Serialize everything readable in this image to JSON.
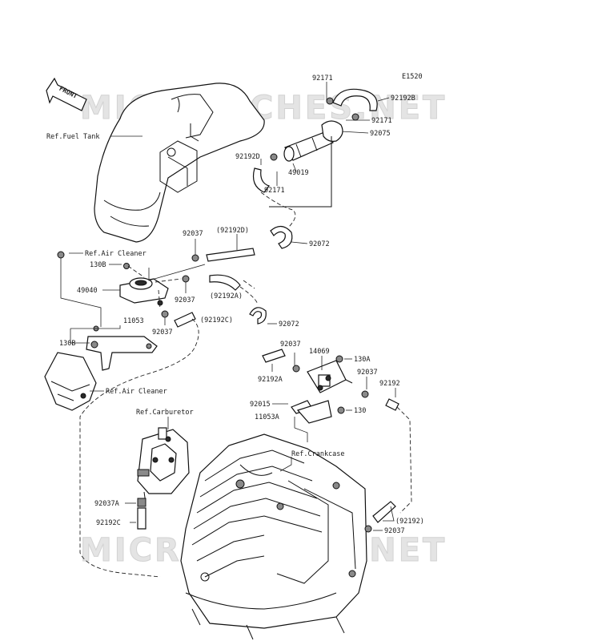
{
  "diagram_code": "E1520",
  "front_label": "FRONT",
  "watermark": "MICROFICHES.NET",
  "labels": {
    "p92171_top": "92171",
    "p92192B": "92192B",
    "p92171_right": "92171",
    "p92075": "92075",
    "p92192D": "92192D",
    "p49019": "49019",
    "p92171_mid": "92171",
    "ref_fuel_tank": "Ref.Fuel Tank",
    "p92037_a": "92037",
    "p92192D_paren": "(92192D)",
    "p92072_top": "92072",
    "ref_air_cleaner_top": "Ref.Air Cleaner",
    "p130B_top": "130B",
    "p49040": "49040",
    "p92037_b": "92037",
    "p92192A_paren": "(92192A)",
    "p11053": "11053",
    "p92037_c": "92037",
    "p92192C_paren": "(92192C)",
    "p92072_mid": "92072",
    "p130B_left": "130B",
    "p92037_d": "92037",
    "p14069": "14069",
    "p130A": "130A",
    "p92037_e": "92037",
    "p92192A": "92192A",
    "p92192": "92192",
    "ref_air_cleaner_bottom": "Ref.Air Cleaner",
    "p92015": "92015",
    "p130": "130",
    "p11053A": "11053A",
    "ref_carburetor": "Ref.Carburetor",
    "ref_crankcase": "Ref.Crankcase",
    "p92037A": "92037A",
    "p92192C": "92192C",
    "p92192_paren": "(92192)",
    "p92037_f": "92037"
  }
}
